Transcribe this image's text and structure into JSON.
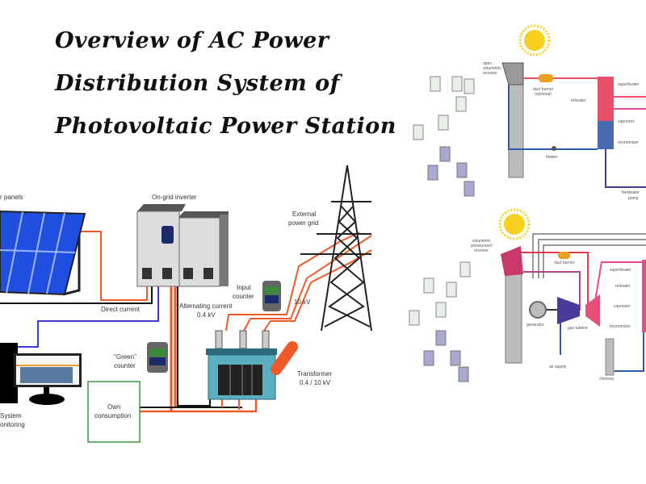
{
  "title": {
    "line1": "Overview of AC Power",
    "line2": "Distribution System of",
    "line3": "Photovoltaic Power Station"
  },
  "pv_diagram": {
    "solar_panels": "r panels",
    "inverter": "On-grid inverter",
    "external_grid_1": "External",
    "external_grid_2": "power grid",
    "direct_current": "Direct current",
    "alternating_current_1": "Alternating current",
    "alternating_current_2": "0.4 kV",
    "input_counter_1": "Input",
    "input_counter_2": "counter",
    "grid_voltage": "10 kV",
    "green_counter_1": "\"Green\"",
    "green_counter_2": "counter",
    "transformer_1": "Transformer",
    "transformer_2": "0.4 / 10 kV",
    "own_consumption_1": "Own",
    "own_consumption_2": "consumption",
    "monitoring_1": "System",
    "monitoring_2": "onitoring"
  },
  "solar_tower_top": {
    "receiver_1": "open",
    "receiver_2": "volumetric",
    "receiver_3": "receiver",
    "duct_burner_1": "duct burner",
    "duct_burner_2": "(optional)",
    "reheater": "reheater",
    "superheater": "superheater",
    "vaporizer": "vaporizer",
    "economizer": "economizer",
    "blower": "blower",
    "feedwater_1": "feedwater",
    "feedwater_2": "pump"
  },
  "solar_tower_bottom": {
    "receiver_1": "volumetric",
    "receiver_2": "pressurized",
    "receiver_3": "receiver",
    "duct_burner": "duct burner",
    "generator": "generator",
    "gas_turbine": "gas turbine",
    "air_supply": "air supply",
    "chimney": "chimney",
    "superheater": "superheater",
    "reheater": "reheater",
    "vaporizer": "vaporizer",
    "economizer": "economizer"
  },
  "colors": {
    "wire_red": "#f05a28",
    "wire_blue": "#3a3ad8",
    "panel_blue": "#1f4fe0",
    "boiler_red": "#e8506a",
    "pipe_blue": "#2a5aa8"
  }
}
